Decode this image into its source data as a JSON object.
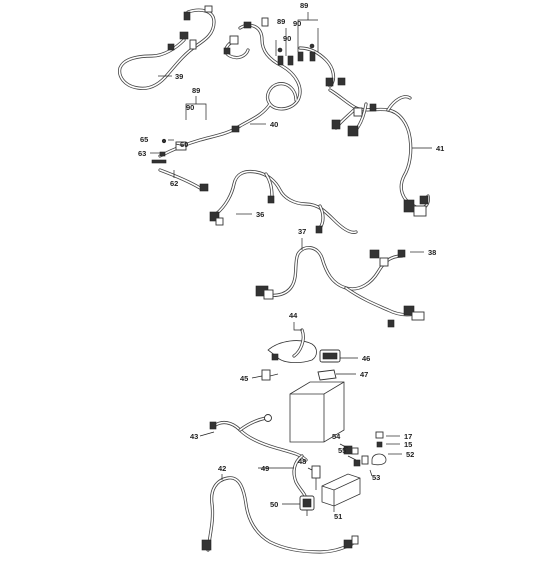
{
  "callouts": {
    "c39": "39",
    "c89a": "89",
    "c89b": "89",
    "c90a": "90",
    "c90b": "90",
    "c40": "40",
    "c41": "41",
    "c89c": "89",
    "c90c": "90",
    "c65": "65",
    "c60": "60",
    "c63": "63",
    "c62": "62",
    "c36": "36",
    "c37": "37",
    "c38": "38",
    "c44": "44",
    "c46": "46",
    "c47": "47",
    "c45": "45",
    "c43": "43",
    "c54": "54",
    "c55": "55",
    "c17": "17",
    "c15": "15",
    "c52": "52",
    "c53": "53",
    "c42": "42",
    "c49": "49",
    "c48": "48",
    "c50": "50",
    "c51": "51"
  }
}
